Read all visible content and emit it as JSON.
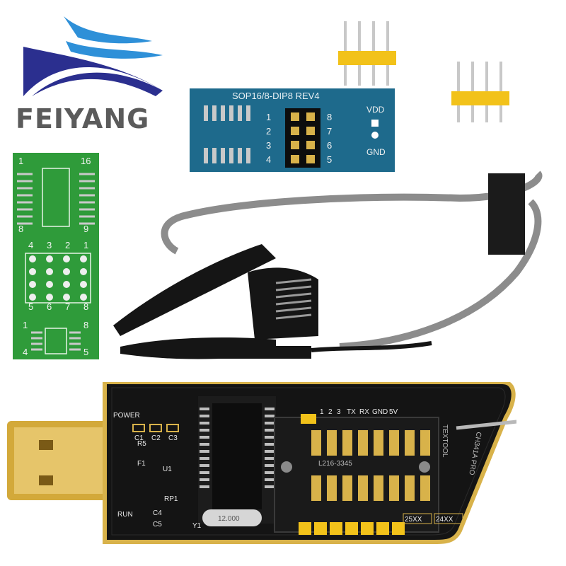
{
  "brand": {
    "name": "FEIYANG",
    "colors": {
      "blue_dark": "#2b2f8f",
      "blue_light": "#2e90d8",
      "text": "#5b5b5b"
    }
  },
  "adapter_blue": {
    "title": "SOP16/8-DIP8 REV4",
    "vdd": "VDD",
    "gnd": "GND",
    "pin_left": [
      "1",
      "2",
      "3",
      "4"
    ],
    "pin_right": [
      "8",
      "7",
      "6",
      "5"
    ],
    "color": "#1e6a8c"
  },
  "adapter_green": {
    "top_left": "1",
    "top_right": "16",
    "mid_left": "8",
    "mid_right": "9",
    "grid_rows": [
      [
        "4",
        "3",
        "2",
        "1"
      ],
      [
        "5",
        "6",
        "7",
        "8"
      ]
    ],
    "bottom_top_left": "1",
    "bottom_top_right": "8",
    "bottom_left": "4",
    "bottom_right": "5",
    "color": "#2f9b3a"
  },
  "programmer": {
    "labels": {
      "power": "POWER",
      "c1": "C1",
      "c2": "C2",
      "c3": "C3",
      "c4": "C4",
      "c5": "C5",
      "f1": "F1",
      "u1": "U1",
      "rp1": "RP1",
      "y1": "Y1",
      "run": "RUN",
      "r5": "R5",
      "crystal": "12.000",
      "pin_header": [
        "1",
        "2",
        "3",
        "TX",
        "RX",
        "GND",
        "5V"
      ],
      "socket_model": "L216-3345",
      "chip_25": "25XX",
      "chip_24": "24XX",
      "brand_vertical": "TEXTOOL",
      "side_text": "CH341A PRO"
    },
    "color_board": "#141414",
    "color_gold": "#d8b24a"
  }
}
